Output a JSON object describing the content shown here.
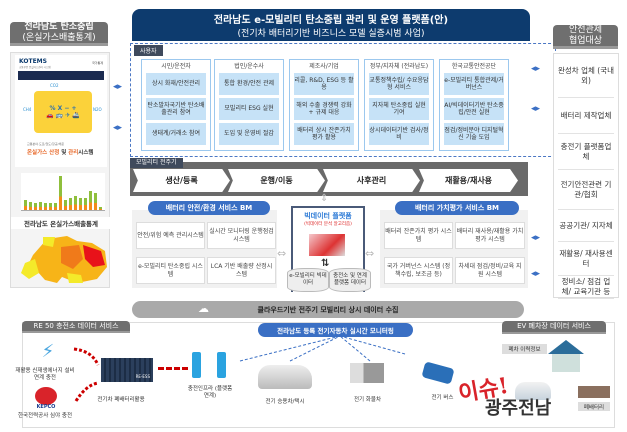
{
  "title": {
    "line1": "전라남도 e-모빌리티 탄소중립 관리 및 운영 플랫폼(안)",
    "line2": "(전기차 배터리기반 비즈니스 모델 실증시범 사업)"
  },
  "left_panel": {
    "header_line1": "전라남도 탄소중립",
    "header_line2": "(온실가스배출통계)",
    "kotems_logo": "KOTEMS",
    "kotems_sub": "교통부문 온실가스관리 시스템",
    "kotems_right": "국가통계",
    "kotems_desc": "교통분야·도로/철도/항공/해운",
    "kotems_head_a": "온실가스 산정",
    "kotems_head_b": " 및 ",
    "kotems_head_c": "관리",
    "kotems_head_d": "시스템",
    "chart_label": "전라남도 온실가스배출통계",
    "gases": [
      "CO2",
      "CH4",
      "N2O"
    ]
  },
  "users": {
    "tag": "사용자",
    "columns": [
      {
        "name": "시민/운전자",
        "cells": [
          "상시 화재/안전관리",
          "탄소발자국기반 탄소배출관리 참여",
          "생태계/거래소 참여"
        ]
      },
      {
        "name": "법인/운수사",
        "cells": [
          "통합 환경/안전 관제",
          "모빌리티 ESG 실현",
          "도입 및 운영비 절감"
        ]
      },
      {
        "name": "제조사/기업",
        "cells": [
          "리콜, R&D, ESG 등 활용",
          "해외 수출 경쟁력 강화 + 규제 대응",
          "배터리 상시 잔존가치 평가 활용"
        ]
      },
      {
        "name": "정부/지자체 (전라남도)",
        "cells": [
          "교통정책수립/ 수요응답형 서비스",
          "지자체 탄소중립 실현 기여",
          "상시데이터기반 검사/정비"
        ]
      },
      {
        "name": "한국교통안전공단",
        "cells": [
          "e-모빌리티 통합관제/거버넌스",
          "AI/빅데이터기반 탄소중립/안전 실현",
          "점검/정비분야 디지털혁신 기술 도입"
        ]
      }
    ]
  },
  "lifecycle": {
    "tag": "모빌리티 전주기",
    "stages": [
      "생산/등록",
      "운행/이동",
      "사후관리",
      "재활용/재사용"
    ]
  },
  "bm_left": {
    "title": "배터리 안전/환경 서비스 BM",
    "boxes": [
      "안전/위험 예측 관리시스템",
      "실시간 모니터링 운행점검시스템",
      "e-모빌리티 탄소중립 시스템",
      "LCA 기반 배출량 산정시스템"
    ]
  },
  "bm_right": {
    "title": "배터리 가치평가 서비스 BM",
    "boxes": [
      "배터리 잔존가치 평가 시스템",
      "배터리 재사용/재활용 가치 평가 시스템",
      "국가 거버넌스 시스템 (정책수립, 보조금 등)",
      "차세대 점검/정비/교육 지원 시스템"
    ]
  },
  "bigdata": {
    "title": "빅데이터 플랫폼",
    "subtitle": "(빅데이터 분석 알고리즘)",
    "db1": "e-모빌리티 빅데이터",
    "db2": "충전소 및 연계 플랫폼 데이터"
  },
  "cloud_bar": "클라우드기반 전주기 모빌리티 상시 데이터 수집",
  "right_panel": {
    "header_line1": "안전관제",
    "header_line2": "협업대상",
    "items": [
      "완성차 업체 (국내외)",
      "배터리 제작업체",
      "충전기 플랫폼업체",
      "전기안전관련 기관/협회",
      "공공기관/ 지자체",
      "재활용/ 재사용센터",
      "정비소/ 점검 업체/ 교육기관 등"
    ]
  },
  "bottom": {
    "re50_header": "RE 50 충전소 데이터 서비스",
    "monitoring": "전라남도 등록 전기자동차 실시간 모니터링",
    "ev_header": "EV 폐차장 데이터 서비스",
    "labels": {
      "renewable": "재활용 신재생에너지 설비연계 충전",
      "kepco": "한국전력공사 심야 충전",
      "kepco_logo": "KEPCO",
      "ess": "전기차 폐배터리활용",
      "ess_text": "RE-ESS",
      "infra": "충전인프라 (플랫폼 연계)",
      "car": "전기 승용차/택시",
      "truck": "전기 화물차",
      "bus": "전기 버스",
      "scrap_info": "폐차 이력정보",
      "waste_battery": "폐배터리"
    },
    "watermark": "이슈! 광주전남"
  },
  "colors": {
    "navy": "#0d3b6e",
    "blue": "#3a6fc4",
    "lightblue": "#c6e2f7",
    "gray": "#6f6f6f",
    "red": "#d9232a"
  }
}
